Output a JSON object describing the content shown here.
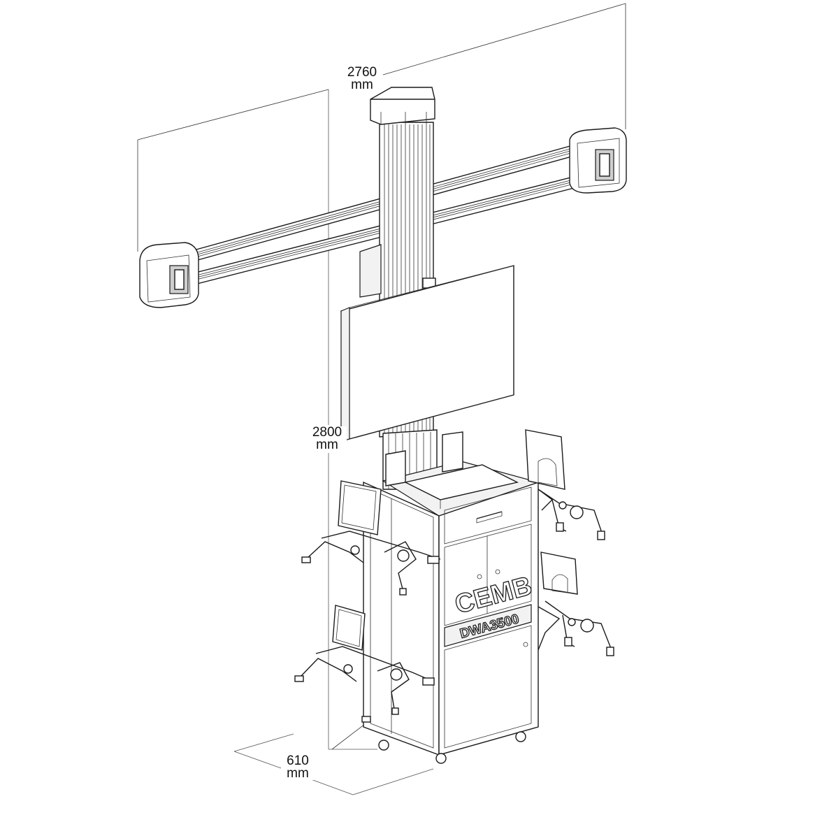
{
  "dimensions": {
    "width": {
      "value": "2760",
      "unit": "mm"
    },
    "height": {
      "value": "2800",
      "unit": "mm"
    },
    "depth": {
      "value": "610",
      "unit": "mm"
    }
  },
  "machine": {
    "brand": "CEMB",
    "model": "DWA3500"
  },
  "colors": {
    "line": "#1a1a1a",
    "background": "#ffffff"
  }
}
